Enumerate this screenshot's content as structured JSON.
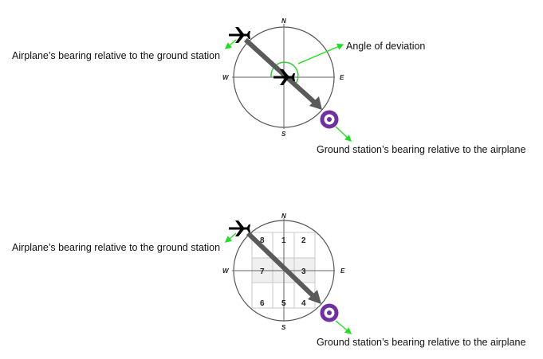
{
  "colors": {
    "compass_stroke": "#555555",
    "bearing_arrow": "#5a5a5a",
    "pointer_green": "#22dd22",
    "angle_arc": "#33cc33",
    "station_purple": "#7030a0",
    "grid_line": "#c8c8c8",
    "grid_fill": "#f0f0f0",
    "airplane": "#000000"
  },
  "diagram_top": {
    "labels": {
      "airplane_bearing": "Airplane’s bearing relative to the ground station",
      "angle_of_deviation": "Angle of deviation",
      "station_bearing": "Ground station’s bearing relative to the airplane"
    },
    "compass": {
      "north": "N",
      "south": "S",
      "east": "E",
      "west": "W"
    }
  },
  "diagram_bottom": {
    "labels": {
      "airplane_bearing": "Airplane’s bearing relative to the ground station",
      "station_bearing": "Ground station’s bearing relative to the airplane"
    },
    "compass": {
      "north": "N",
      "south": "S",
      "east": "E",
      "west": "W"
    },
    "sectors": [
      "1",
      "2",
      "3",
      "4",
      "5",
      "6",
      "7",
      "8"
    ]
  }
}
